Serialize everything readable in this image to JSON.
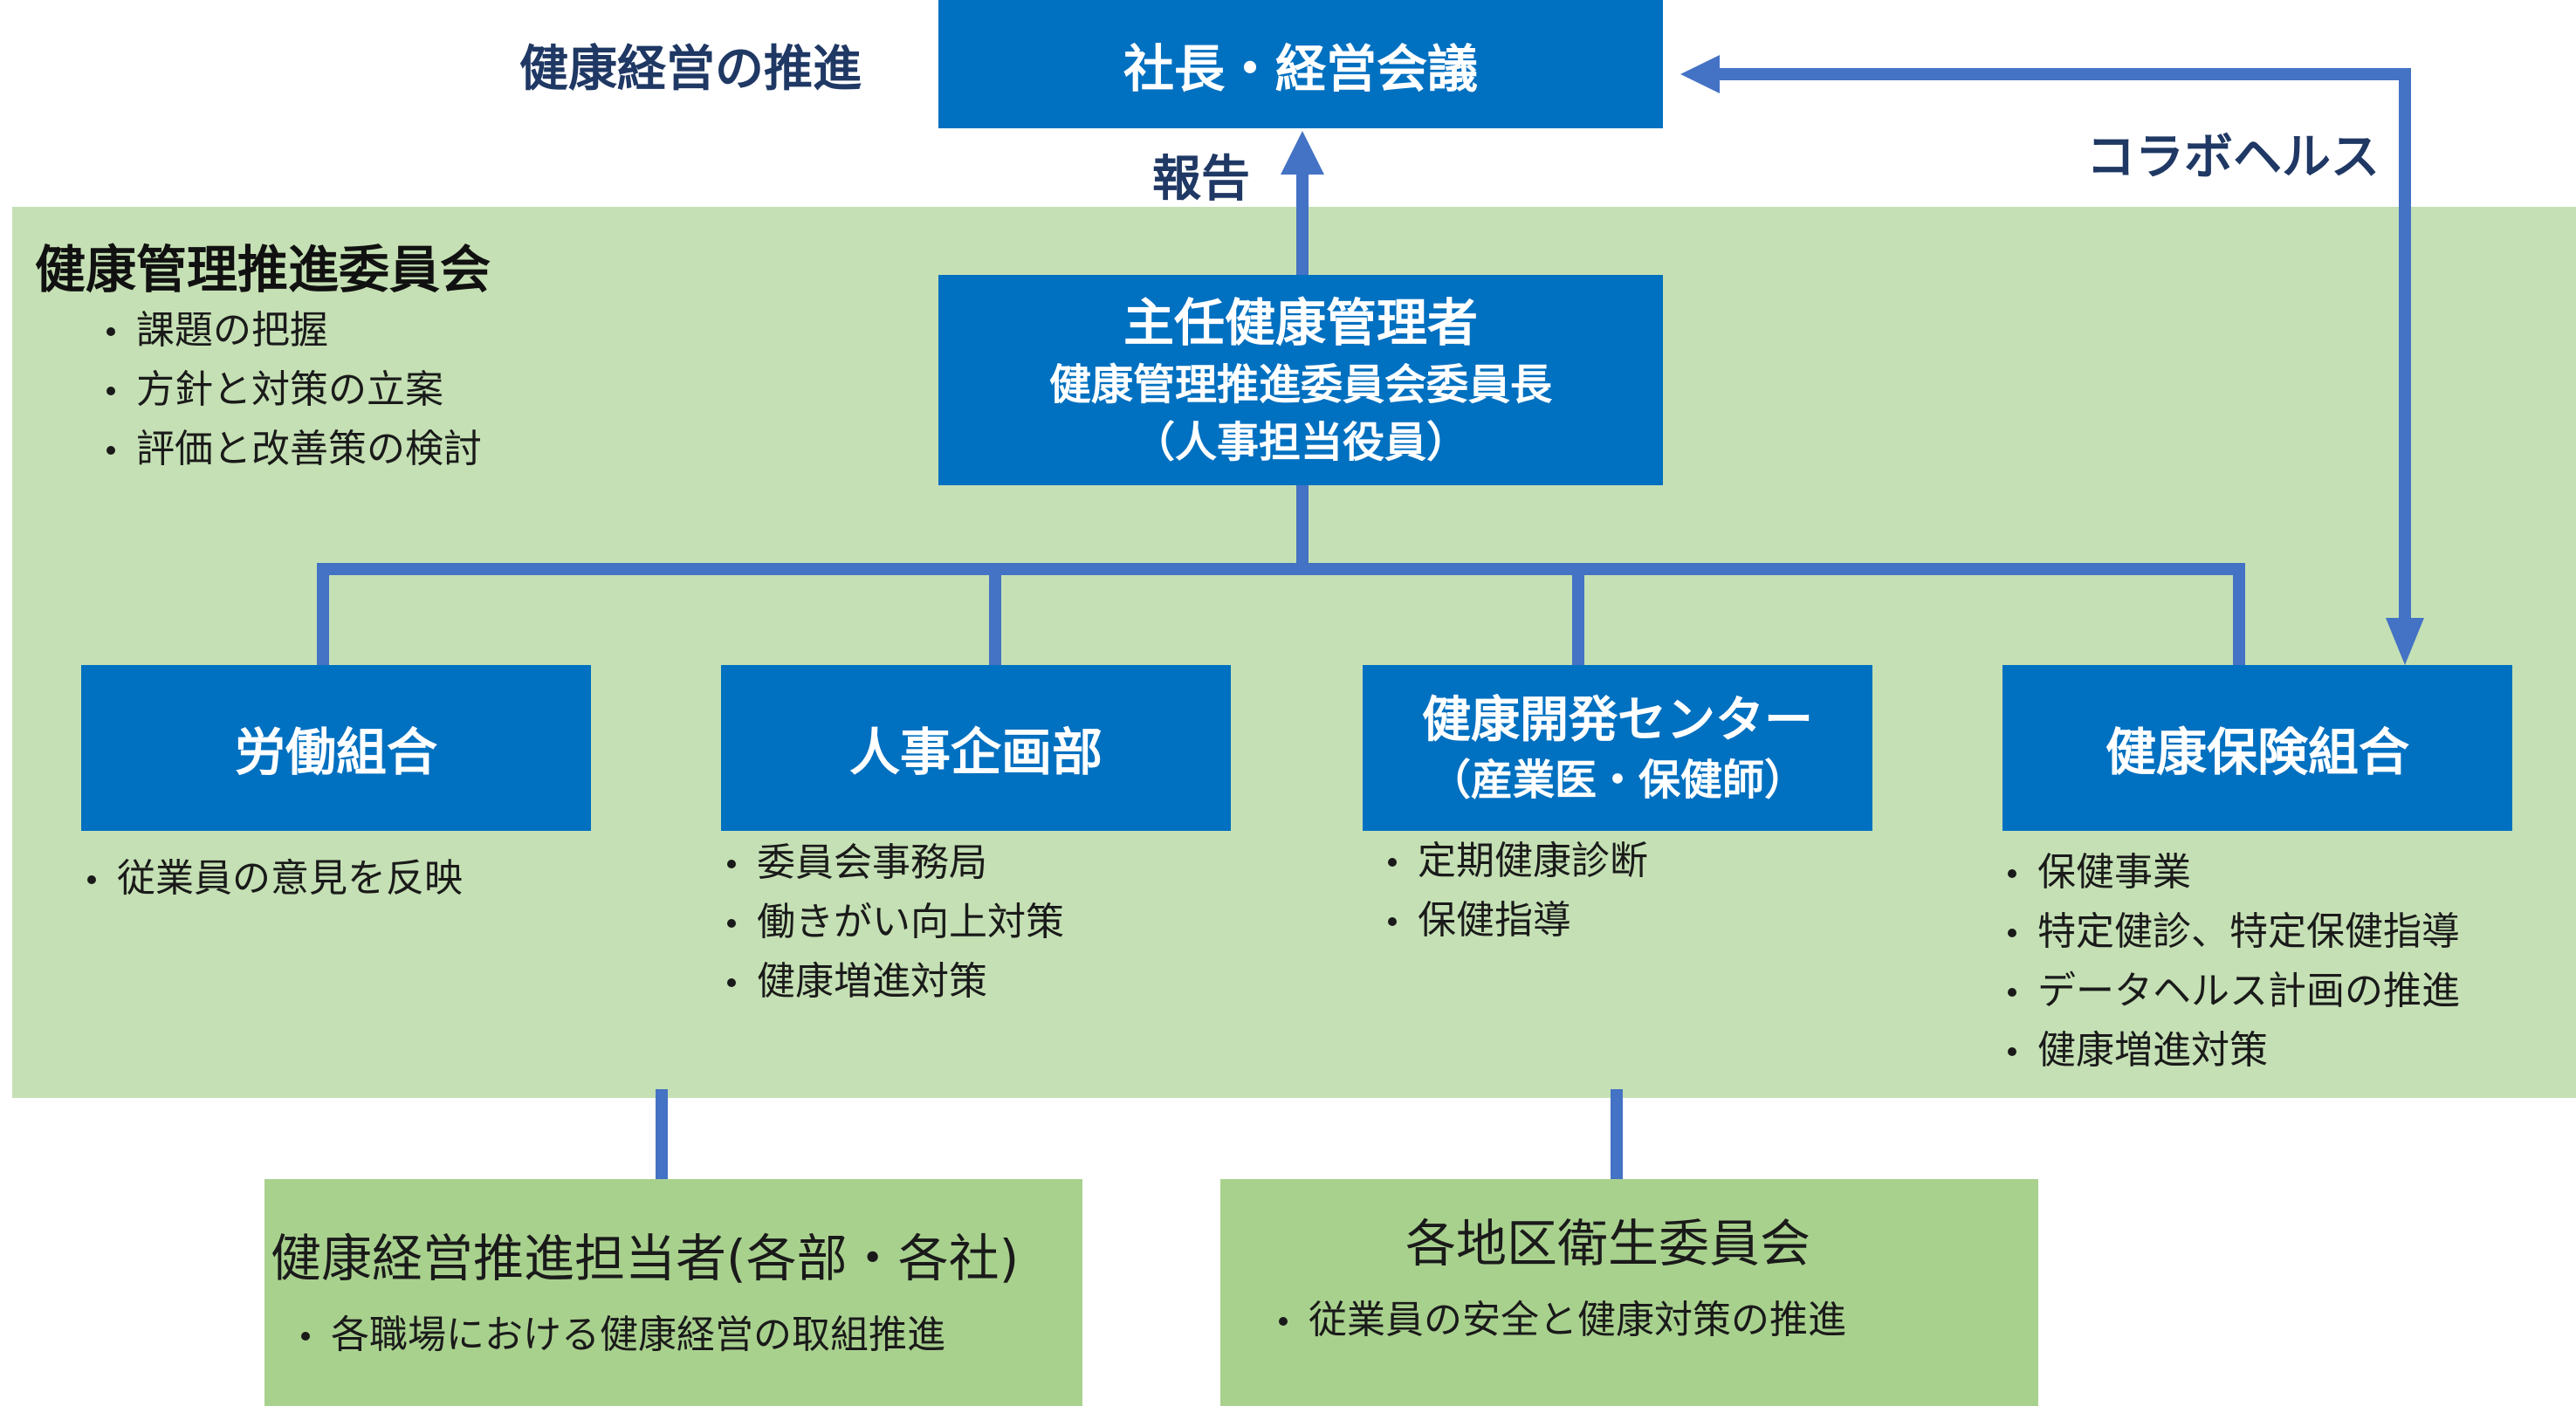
{
  "header": {
    "health_mgmt_promotion": "健康経営の推進",
    "president_meeting": "社長・経営会議",
    "report": "報告",
    "collabo_health": "コラボヘルス"
  },
  "committee": {
    "title": "健康管理推進委員会",
    "tasks": [
      "課題の把握",
      "方針と対策の立案",
      "評価と改善策の検討"
    ]
  },
  "manager": {
    "line1": "主任健康管理者",
    "line2": "健康管理推進委員会委員長",
    "line3": "（人事担当役員）"
  },
  "units": [
    {
      "name": "労働組合",
      "sub": "",
      "items": [
        "従業員の意見を反映"
      ]
    },
    {
      "name": "人事企画部",
      "sub": "",
      "items": [
        "委員会事務局",
        "働きがい向上対策",
        "健康増進対策"
      ]
    },
    {
      "name": "健康開発センター",
      "sub": "（産業医・保健師）",
      "items": [
        "定期健康診断",
        "保健指導"
      ]
    },
    {
      "name": "健康保険組合",
      "sub": "",
      "items": [
        "保健事業",
        "特定健診、特定保健指導",
        "データヘルス計画の推進",
        "健康増進対策"
      ]
    }
  ],
  "bottom": [
    {
      "title": "健康経営推進担当者(各部・各社)",
      "items": [
        "各職場における健康経営の取組推進"
      ]
    },
    {
      "title": "各地区衛生委員会",
      "items": [
        "従業員の安全と健康対策の推進"
      ]
    }
  ],
  "colors": {
    "box_blue": "#0070c0",
    "connector_blue": "#4472c4",
    "title_navy": "#1f3864",
    "committee_green": "#c5e0b4",
    "sub_green": "#a9d18e"
  }
}
